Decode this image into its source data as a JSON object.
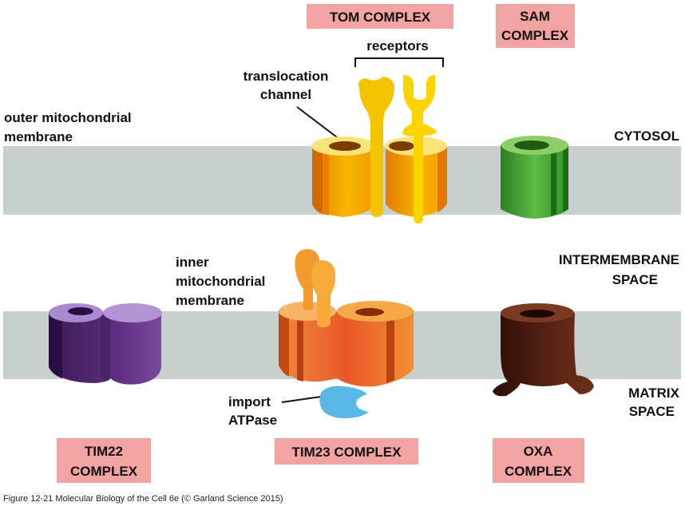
{
  "colors": {
    "membrane": "#c7d0cc",
    "label_box": "#f4a3a3",
    "tom": "#f7b500",
    "sam": "#4aa637",
    "tim22": "#5b2c7a",
    "tim23": "#ee6a2c",
    "oxa": "#4a1c10",
    "atpase": "#5ab8e8"
  },
  "complexes": {
    "tom": [
      "TOM COMPLEX"
    ],
    "sam": [
      "SAM",
      "COMPLEX"
    ],
    "tim22": [
      "TIM22",
      "COMPLEX"
    ],
    "tim23": [
      "TIM23 COMPLEX"
    ],
    "oxa": [
      "OXA",
      "COMPLEX"
    ]
  },
  "labels": {
    "receptors": [
      "receptors"
    ],
    "translocation_channel": [
      "translocation",
      "channel"
    ],
    "outer_membrane": [
      "outer mitochondrial",
      "membrane"
    ],
    "cytosol": [
      "CYTOSOL"
    ],
    "inner_membrane": [
      "inner",
      "mitochondrial",
      "membrane"
    ],
    "intermembrane_space": [
      "INTERMEMBRANE",
      "SPACE"
    ],
    "import_atpase": [
      "import",
      "ATPase"
    ],
    "matrix_space": [
      "MATRIX",
      "SPACE"
    ]
  },
  "caption": "Figure 12-21  Molecular Biology of the Cell 6e (© Garland Science 2015)"
}
